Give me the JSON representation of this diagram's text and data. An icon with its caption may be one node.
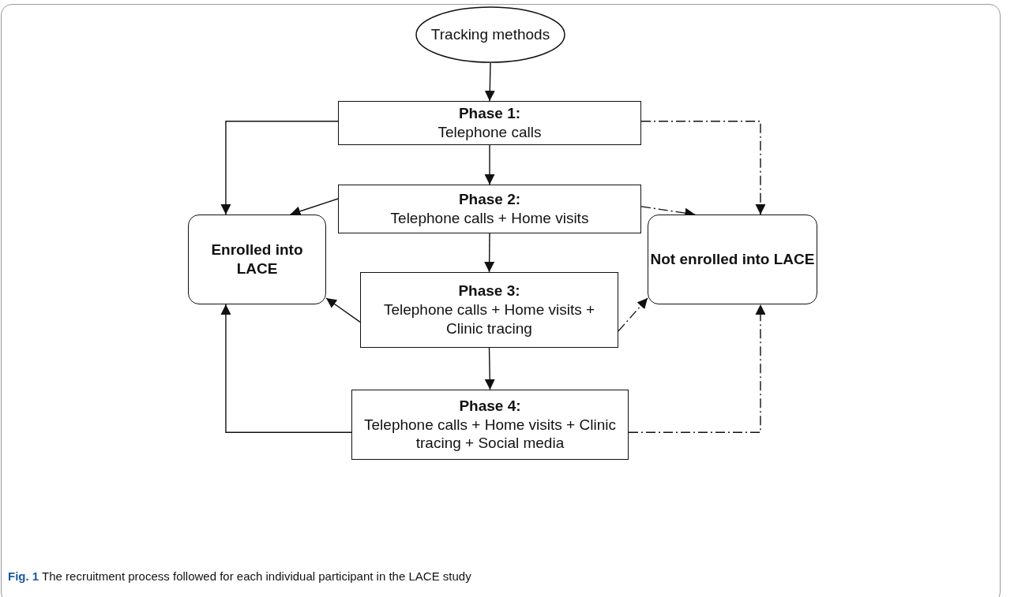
{
  "diagram": {
    "caption": "**Fig. 1** The recruitment process followed for each individual participant in the LACE study",
    "nodes": [
      {
        "text": [
          "Tracking methods"
        ]
      },
      {
        "text": [
          "Phase 1:",
          "Telephone calls"
        ]
      },
      {
        "text": [
          "Phase 2:",
          "Telephone calls + Home visits"
        ]
      },
      {
        "text": [
          "Phase 3:",
          "Telephone calls + Home visits + Clinic tracing"
        ]
      },
      {
        "text": [
          "Phase 4:",
          "Telephone calls + Home visits + Clinic tracing + Social media"
        ]
      },
      {
        "text": [
          "Enrolled into LACE"
        ]
      },
      {
        "text": [
          "Not enrolled into LACE"
        ]
      }
    ],
    "edges": [
      {
        "from": 0,
        "to": 1,
        "arrow": "to"
      },
      {
        "from": 1,
        "to": 2,
        "arrow": "to"
      },
      {
        "from": 2,
        "to": 3,
        "arrow": "to"
      },
      {
        "from": 3,
        "to": 4,
        "arrow": "to"
      },
      {
        "from": 1,
        "to": 5,
        "arrow": "to"
      },
      {
        "from": 2,
        "to": 5,
        "arrow": "to"
      },
      {
        "from": 3,
        "to": 5,
        "arrow": "to"
      },
      {
        "from": 4,
        "to": 5,
        "arrow": "to"
      },
      {
        "from": 1,
        "to": 6,
        "arrow": "to",
        "style": "dashed"
      },
      {
        "from": 2,
        "to": 6,
        "arrow": "to",
        "style": "dashed"
      },
      {
        "from": 3,
        "to": 6,
        "arrow": "to",
        "style": "dashed"
      },
      {
        "from": 4,
        "to": 6,
        "arrow": "to",
        "style": "dashed"
      }
    ]
  }
}
